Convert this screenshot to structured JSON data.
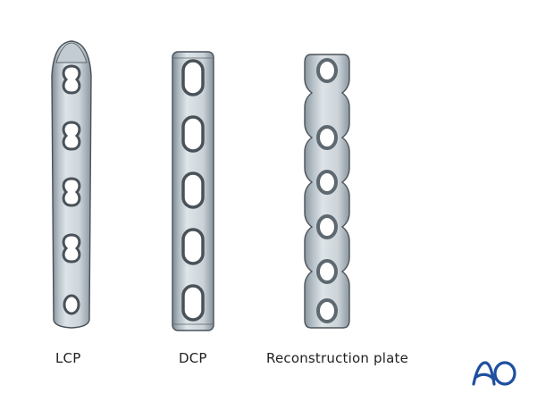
{
  "plates": [
    {
      "name": "LCP",
      "label": "LCP",
      "holes": 5,
      "hole_type": "combi"
    },
    {
      "name": "DCP",
      "label": "DCP",
      "holes": 5,
      "hole_type": "oval"
    },
    {
      "name": "Reconstruction plate",
      "label": "Reconstruction plate",
      "holes": 6,
      "hole_type": "round"
    }
  ],
  "logo": {
    "text": "AO",
    "color": "#1d4fa0"
  },
  "colors": {
    "plate_fill": "#c9d2d8",
    "plate_light": "#dfe5e9",
    "plate_shadow": "#8e9aa3",
    "outline": "#4a5259",
    "hole_ring": "#6f7b84"
  }
}
